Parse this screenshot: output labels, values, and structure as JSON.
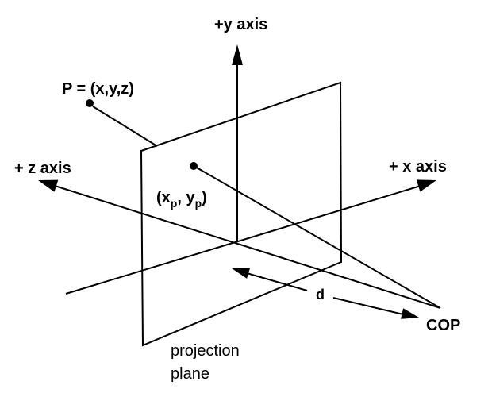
{
  "colors": {
    "background": "#ffffff",
    "ink": "#000000"
  },
  "diagram": {
    "type": "perspective-projection-geometry",
    "labels": {
      "y_axis": "+y axis",
      "z_axis": "+ z axis",
      "x_axis": "+ x axis",
      "point_p": "P = (x,y,z)",
      "projected_point": {
        "open": "(x",
        "sub1": "p",
        "mid": ", y",
        "sub2": "p",
        "close": ")"
      },
      "distance": "d",
      "cop": "COP",
      "plane_line1": "projection",
      "plane_line2": "plane"
    }
  }
}
